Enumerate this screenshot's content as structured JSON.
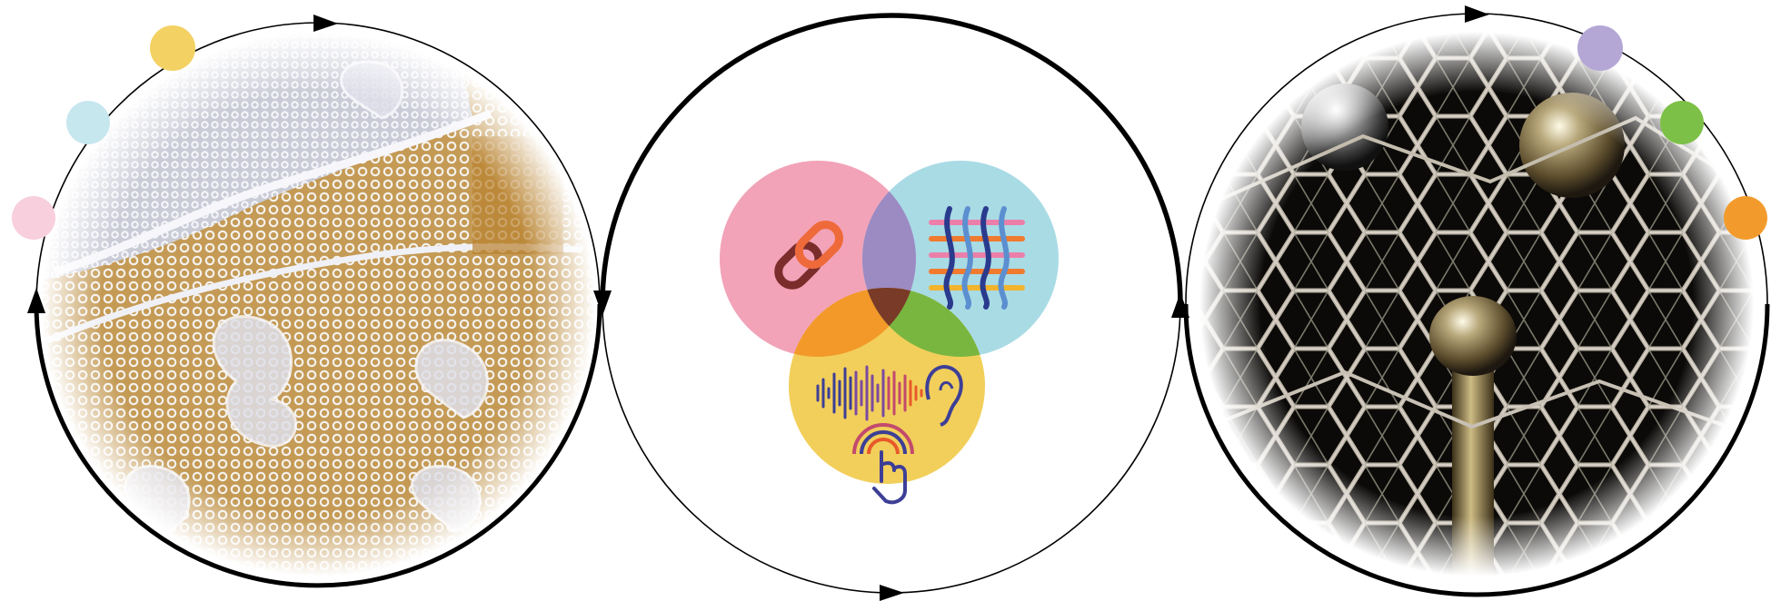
{
  "diagram": {
    "panels": [
      {
        "id": "lace-photo",
        "content": "photo-bobbin-lace-close-up",
        "dots": [
          {
            "name": "yellow-dot",
            "color": "#f3d163"
          },
          {
            "name": "light-blue-dot",
            "color": "#c7e7ef"
          },
          {
            "name": "light-pink-dot",
            "color": "#f8cfdc"
          }
        ]
      },
      {
        "id": "venn-panel",
        "content": "three-circle-venn",
        "venn": [
          {
            "name": "connection-circle",
            "color": "#f2a3b8",
            "icon": "chain-link-icon"
          },
          {
            "name": "weaving-circle",
            "color": "#a9dbe5",
            "icon": "woven-threads-icon"
          },
          {
            "name": "sensory-circle",
            "color": "#f2cf5b",
            "icon": "sound-wave-ear-touch-icon"
          }
        ],
        "overlaps": {
          "pink_blue": "#9c8ac3",
          "pink_yellow": "#f2992a",
          "blue_yellow": "#79b640",
          "center": "#7a3a28"
        }
      },
      {
        "id": "pins-photo",
        "content": "photo-lace-on-pins",
        "dots": [
          {
            "name": "purple-dot",
            "color": "#b4a6d5"
          },
          {
            "name": "green-dot",
            "color": "#7dc047"
          },
          {
            "name": "orange-dot",
            "color": "#f29b2c"
          }
        ]
      }
    ],
    "stroke_color": "#000000"
  }
}
